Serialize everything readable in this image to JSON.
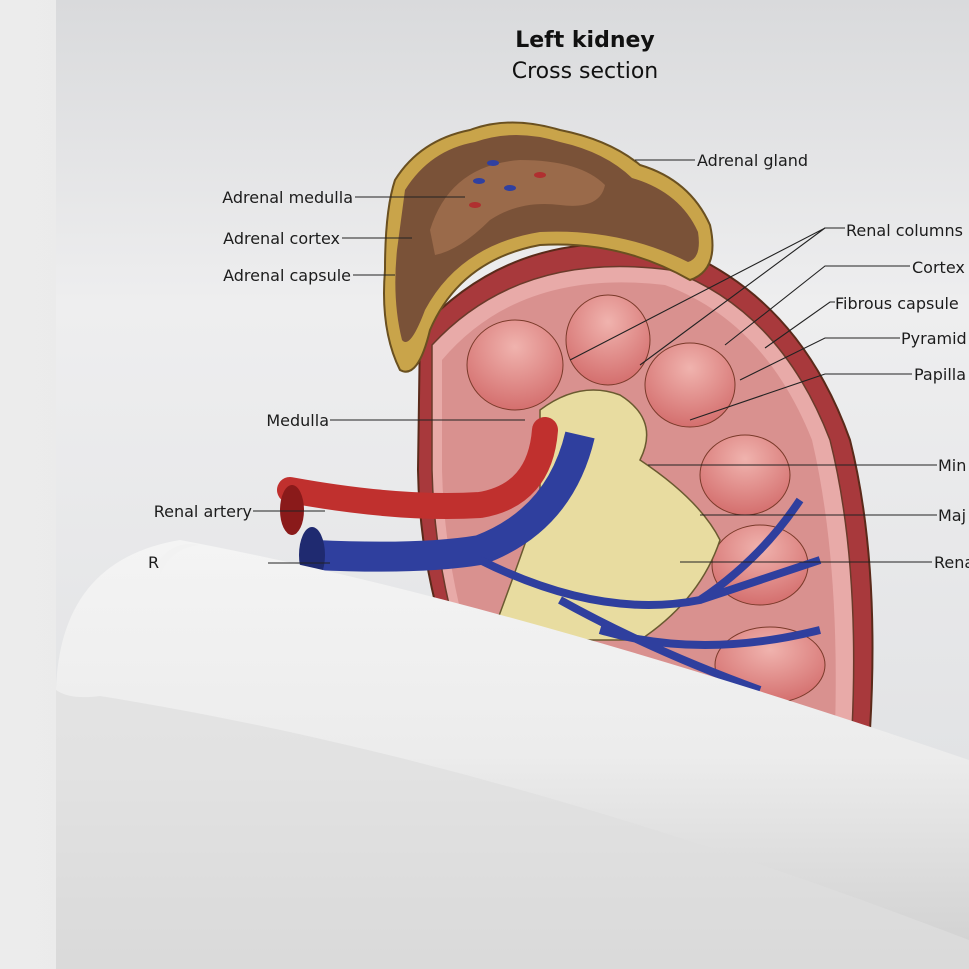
{
  "poster": {
    "title": "Left kidney",
    "subtitle": "Cross section"
  },
  "labels": {
    "adrenal_gland": "Adrenal gland",
    "adrenal_medulla": "Adrenal medulla",
    "adrenal_cortex": "Adrenal cortex",
    "adrenal_capsule": "Adrenal capsule",
    "renal_columns": "Renal columns",
    "cortex": "Cortex",
    "fibrous_capsule": "Fibrous capsule",
    "pyramid": "Pyramid",
    "papilla": "Papilla",
    "medulla": "Medulla",
    "renal_artery": "Renal artery",
    "renal_vein_partial": "R",
    "minor_calyx_partial": "Min",
    "major_calyx_partial": "Maj",
    "renal_pelvis_partial": "Rena"
  },
  "colors": {
    "cortex": "#b8454a",
    "pyramid": "#e39a98",
    "pelvis": "#e8dca0",
    "artery": "#c0302e",
    "vein": "#2f3f9e",
    "adrenal": "#7a5238",
    "adrenal_capsule": "#c9a44a"
  }
}
